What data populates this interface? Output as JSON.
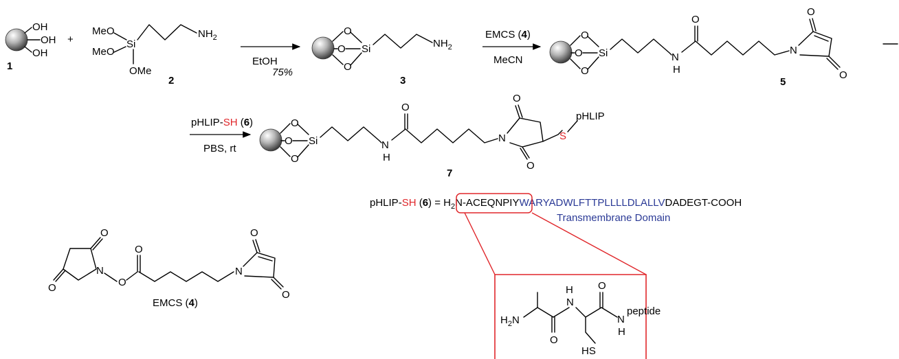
{
  "compounds": {
    "c1": "1",
    "c2": "2",
    "c3": "3",
    "c5": "5",
    "c7": "7"
  },
  "atoms": {
    "OH": "OH",
    "MeO": "MeO",
    "OMe": "OMe",
    "Si": "Si",
    "O": "O",
    "N": "N",
    "NH2": "NH",
    "sub2": "2",
    "H2N": "H",
    "H": "H",
    "HS": "HS",
    "S": "S",
    "pHLIP": "pHLIP",
    "plus": "+",
    "peptide": "peptide"
  },
  "step1": {
    "reagent": "EtOH",
    "yield": "75%"
  },
  "step2": {
    "reagent_prefix": "EMCS (",
    "reagent_num": "4",
    "reagent_suffix": ")",
    "solvent": "MeCN"
  },
  "step3": {
    "reagent_prefix": "pHLIP-",
    "reagent_red": "SH",
    "reagent_mid": " (",
    "reagent_num": "6",
    "reagent_suffix": ")",
    "solvent": "PBS, rt"
  },
  "sequence": {
    "label_prefix": "pHLIP-",
    "label_red": "SH",
    "label_mid": " (",
    "label_num": "6",
    "label_suffix": ") = ",
    "part1": "N-ACEQNPIY",
    "part2_blue": "WARYADWLFTTPLLLLDLALLV",
    "part3": "DADEGT-COOH",
    "domain_label": "Transmembrane Domain"
  },
  "emcs": {
    "label_prefix": "EMCS (",
    "label_num": "4",
    "label_suffix": ")"
  },
  "colors": {
    "red": "#e0262a",
    "blue": "#2b3a96"
  }
}
